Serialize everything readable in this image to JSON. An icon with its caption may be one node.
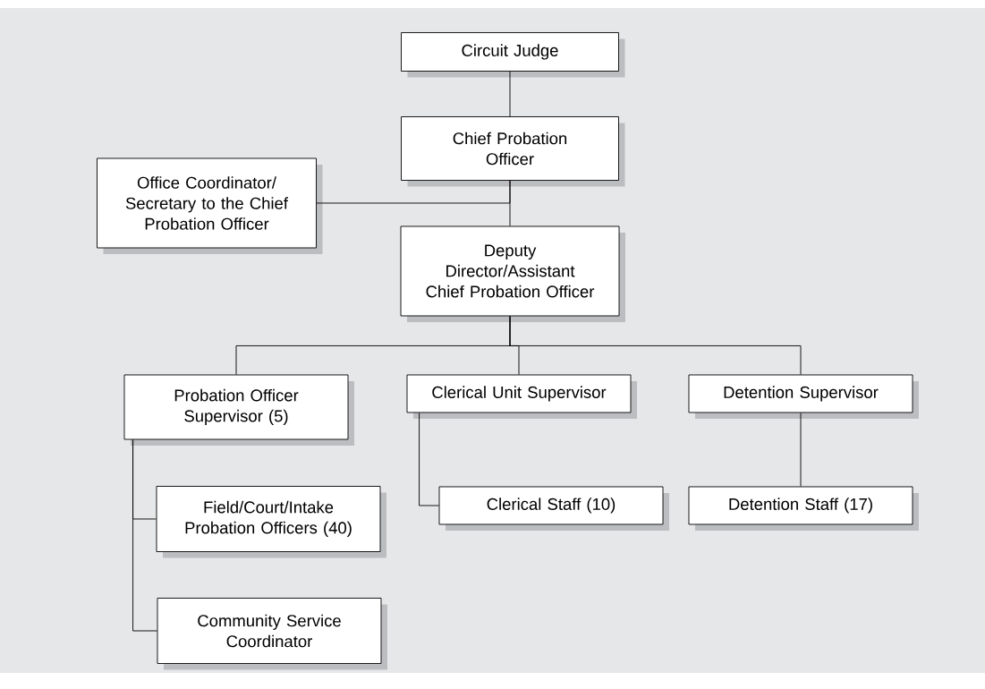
{
  "diagram": {
    "nodes": [
      {
        "text": [
          "Circuit Judge"
        ]
      },
      {
        "text": [
          "Chief Probation Officer"
        ]
      },
      {
        "text": [
          "Office Coordinator/ Secretary to the Chief Probation Officer"
        ]
      },
      {
        "text": [
          "Deputy Director/Assistant Chief Probation Officer"
        ]
      },
      {
        "text": [
          "Probation Officer Supervisor (5)"
        ]
      },
      {
        "text": [
          "Clerical Unit Supervisor"
        ]
      },
      {
        "text": [
          "Detention Supervisor"
        ]
      },
      {
        "text": [
          "Field/Court/Intake Probation Officers (40)"
        ]
      },
      {
        "text": [
          "Clerical Staff (10)"
        ]
      },
      {
        "text": [
          "Detention Staff (17)"
        ]
      },
      {
        "text": [
          "Community Service Coordinator"
        ]
      }
    ],
    "edges": [
      {
        "from": 0,
        "to": 1,
        "arrow": "none"
      },
      {
        "from": 1,
        "to": 2,
        "arrow": "none"
      },
      {
        "from": 1,
        "to": 3,
        "arrow": "none"
      },
      {
        "from": 3,
        "to": 4,
        "arrow": "none"
      },
      {
        "from": 3,
        "to": 5,
        "arrow": "none"
      },
      {
        "from": 3,
        "to": 6,
        "arrow": "none"
      },
      {
        "from": 4,
        "to": 7,
        "arrow": "none"
      },
      {
        "from": 4,
        "to": 10,
        "arrow": "none"
      },
      {
        "from": 5,
        "to": 8,
        "arrow": "none"
      },
      {
        "from": 6,
        "to": 9,
        "arrow": "none"
      }
    ]
  }
}
